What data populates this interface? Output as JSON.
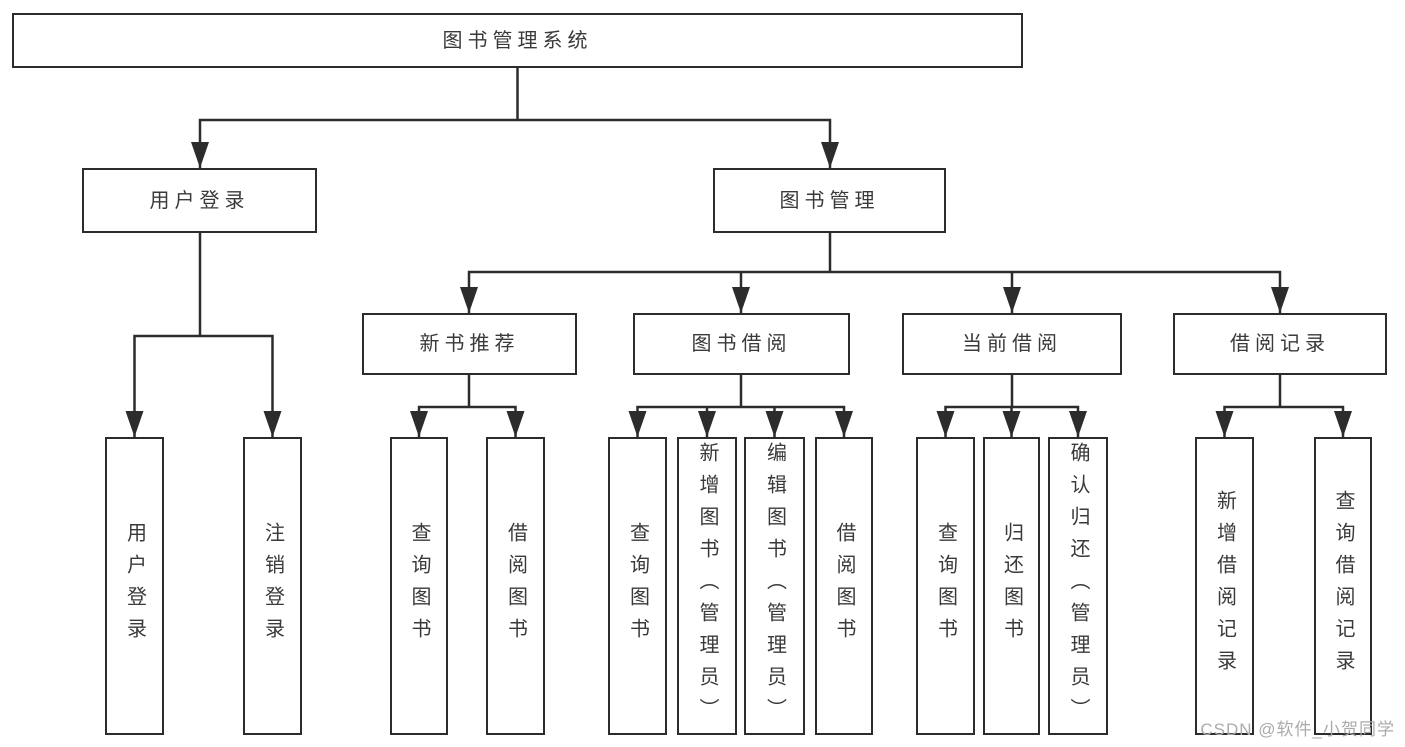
{
  "tree": {
    "root": {
      "label": "图书管理系统",
      "children": [
        {
          "label": "用户登录",
          "children": [
            {
              "label": "用户登录"
            },
            {
              "label": "注销登录"
            }
          ]
        },
        {
          "label": "图书管理",
          "children": [
            {
              "label": "新书推荐",
              "children": [
                {
                  "label": "查询图书"
                },
                {
                  "label": "借阅图书"
                }
              ]
            },
            {
              "label": "图书借阅",
              "children": [
                {
                  "label": "查询图书"
                },
                {
                  "label": "新增图书（管理员）"
                },
                {
                  "label": "编辑图书（管理员）"
                },
                {
                  "label": "借阅图书"
                }
              ]
            },
            {
              "label": "当前借阅",
              "children": [
                {
                  "label": "查询图书"
                },
                {
                  "label": "归还图书"
                },
                {
                  "label": "确认归还（管理员）"
                }
              ]
            },
            {
              "label": "借阅记录",
              "children": [
                {
                  "label": "新增借阅记录"
                },
                {
                  "label": "查询借阅记录"
                }
              ]
            }
          ]
        }
      ]
    }
  },
  "watermark": {
    "text": "CSDN @软件_小贺同学"
  },
  "colors": {
    "line": "#2c2c2c",
    "text": "#3a3a3a",
    "watermark": "#ababab",
    "box_bg": "#ffffff"
  }
}
